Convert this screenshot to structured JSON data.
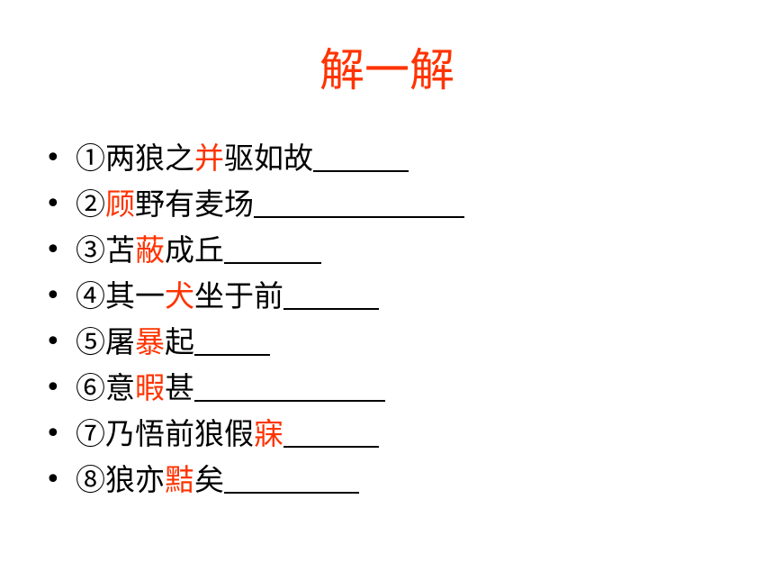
{
  "title": "解一解",
  "colors": {
    "highlight": "#ff3300",
    "text": "#000000",
    "background": "#ffffff"
  },
  "bullet": "•",
  "items": [
    {
      "pre": "①两狼之",
      "key": "并",
      "post": "驱如故"
    },
    {
      "pre": "②",
      "key": "顾",
      "post": "野有麦场"
    },
    {
      "pre": "③苫",
      "key": "蔽",
      "post": "成丘"
    },
    {
      "pre": "④其一",
      "key": "犬",
      "post": "坐于前"
    },
    {
      "pre": "⑤屠",
      "key": "暴",
      "post": "起"
    },
    {
      "pre": "⑥意",
      "key": "暇",
      "post": "甚"
    },
    {
      "pre": "⑦乃悟前狼假",
      "key": "寐",
      "post": ""
    },
    {
      "pre": "⑧狼亦",
      "key": "黠",
      "post": "矣"
    }
  ]
}
